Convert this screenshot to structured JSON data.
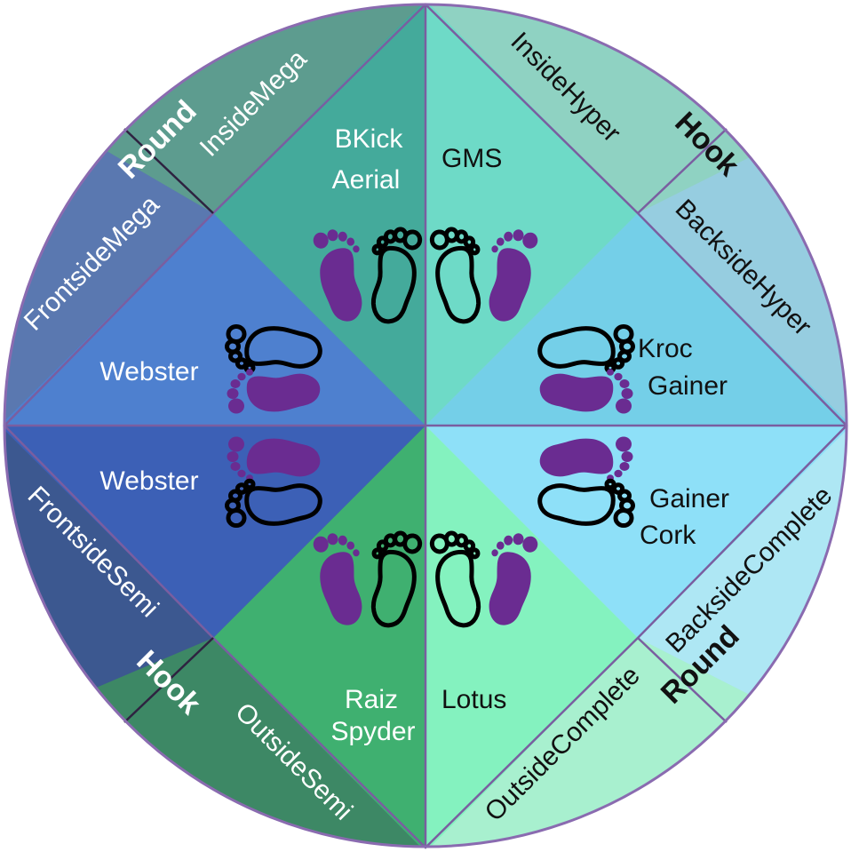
{
  "center_moves": {
    "top_left": [
      "BKick",
      "Aerial"
    ],
    "top_right": "GMS",
    "left_upper": "Webster",
    "left_lower": "Webster",
    "right_upper": [
      "Kroc",
      "Gainer"
    ],
    "right_lower": [
      "Gainer",
      "Cork"
    ],
    "bottom_left": [
      "Raiz",
      "Spyder"
    ],
    "bottom_right": "Lotus"
  },
  "rim_labels": {
    "inside_mega": "InsideMega",
    "frontside_mega": "FrontsideMega",
    "inside_hyper": "InsideHyper",
    "backside_hyper": "BacksideHyper",
    "frontside_semi": "FrontsideSemi",
    "outside_semi": "OutsideSemi",
    "outside_complete": "OutsideComplete",
    "backside_complete": "BacksideComplete"
  },
  "group_labels": {
    "top_left": "Round",
    "top_right": "Hook",
    "bottom_left": "Hook",
    "bottom_right": "Round"
  },
  "colors": {
    "footprint_filled": "#6a2c91",
    "footprint_outline": "#000000",
    "border": "#8a6bb0"
  }
}
